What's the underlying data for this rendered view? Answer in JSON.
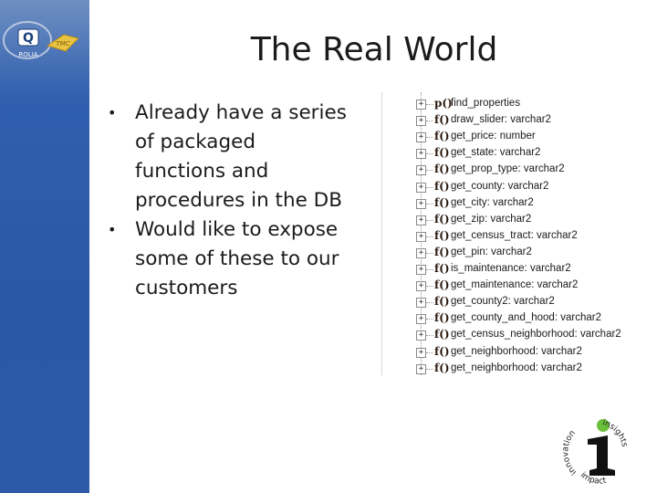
{
  "slide": {
    "title": "The Real World",
    "bullets": [
      "Already have a series of packaged functions and procedures in the DB",
      "Would like to expose some of these to our customers"
    ],
    "bullet_lines": [
      [
        "Already have a series",
        "of packaged",
        "functions and",
        "procedures in the DB"
      ],
      [
        "Would like to expose",
        "some of these to our",
        "customers"
      ]
    ]
  },
  "sidebar": {
    "logo_text": "ROLIA"
  },
  "tree": {
    "items": [
      {
        "kind": "p()",
        "name": "find_properties"
      },
      {
        "kind": "f()",
        "name": "draw_slider: varchar2"
      },
      {
        "kind": "f()",
        "name": "get_price: number"
      },
      {
        "kind": "f()",
        "name": "get_state: varchar2"
      },
      {
        "kind": "f()",
        "name": "get_prop_type: varchar2"
      },
      {
        "kind": "f()",
        "name": "get_county: varchar2"
      },
      {
        "kind": "f()",
        "name": "get_city: varchar2"
      },
      {
        "kind": "f()",
        "name": "get_zip: varchar2"
      },
      {
        "kind": "f()",
        "name": "get_census_tract: varchar2"
      },
      {
        "kind": "f()",
        "name": "get_pin: varchar2"
      },
      {
        "kind": "f()",
        "name": "is_maintenance: varchar2"
      },
      {
        "kind": "f()",
        "name": "get_maintenance: varchar2"
      },
      {
        "kind": "f()",
        "name": "get_county2: varchar2"
      },
      {
        "kind": "f()",
        "name": "get_county_and_hood: varchar2"
      },
      {
        "kind": "f()",
        "name": "get_census_neighborhood: varchar2"
      },
      {
        "kind": "f()",
        "name": "get_neighborhood: varchar2"
      },
      {
        "kind": "f()",
        "name": "get_neighborhood: varchar2"
      }
    ]
  },
  "brand": {
    "innovation": "innovation",
    "insights": "insights",
    "impact": "impact"
  },
  "colors": {
    "sidebar": "#2c5aa8",
    "logo_green": "#6cbf3c"
  }
}
